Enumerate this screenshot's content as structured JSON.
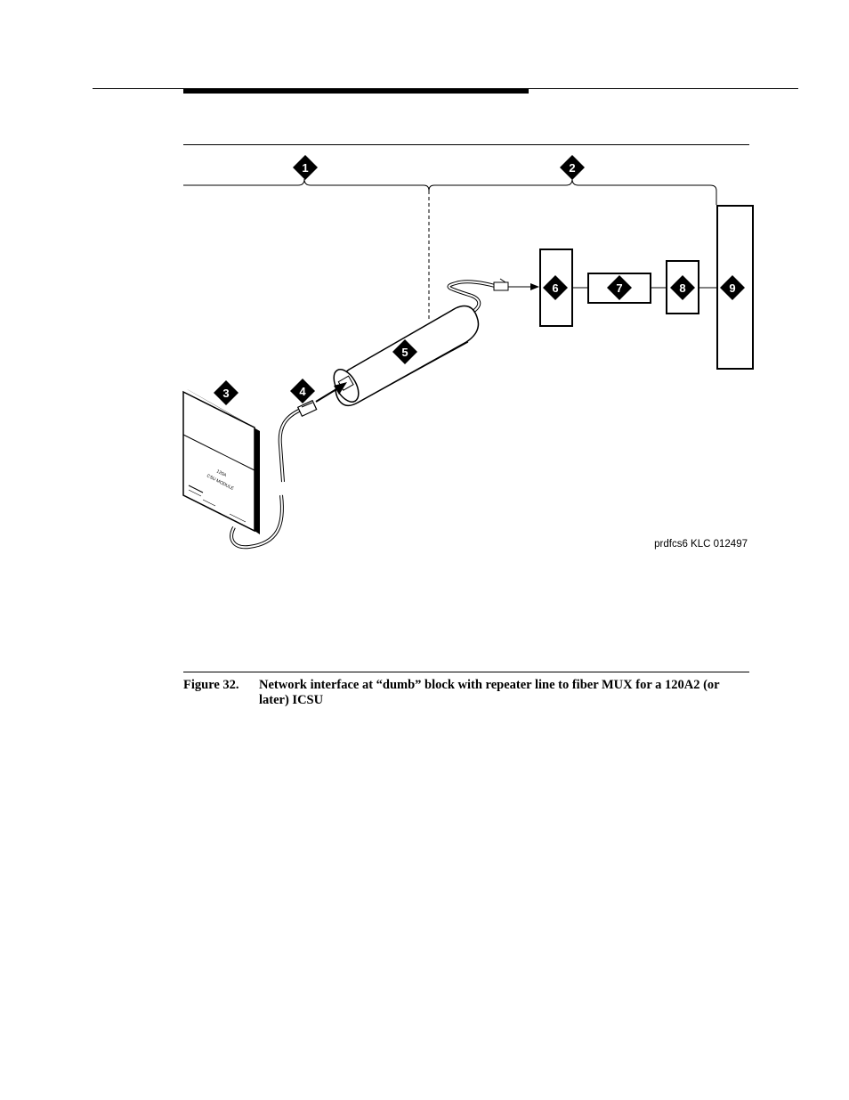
{
  "figure": {
    "callouts": [
      "1",
      "2",
      "3",
      "4",
      "5",
      "6",
      "7",
      "8",
      "9"
    ],
    "credit": "prdfcs6 KLC 012497",
    "module_label_line1": "120A",
    "module_label_line2": "CSU MODULE",
    "caption_label": "Figure 32.",
    "caption_text": "Network interface at “dumb” block with repeater line to fiber MUX for a 120A2 (or later) ICSU"
  }
}
